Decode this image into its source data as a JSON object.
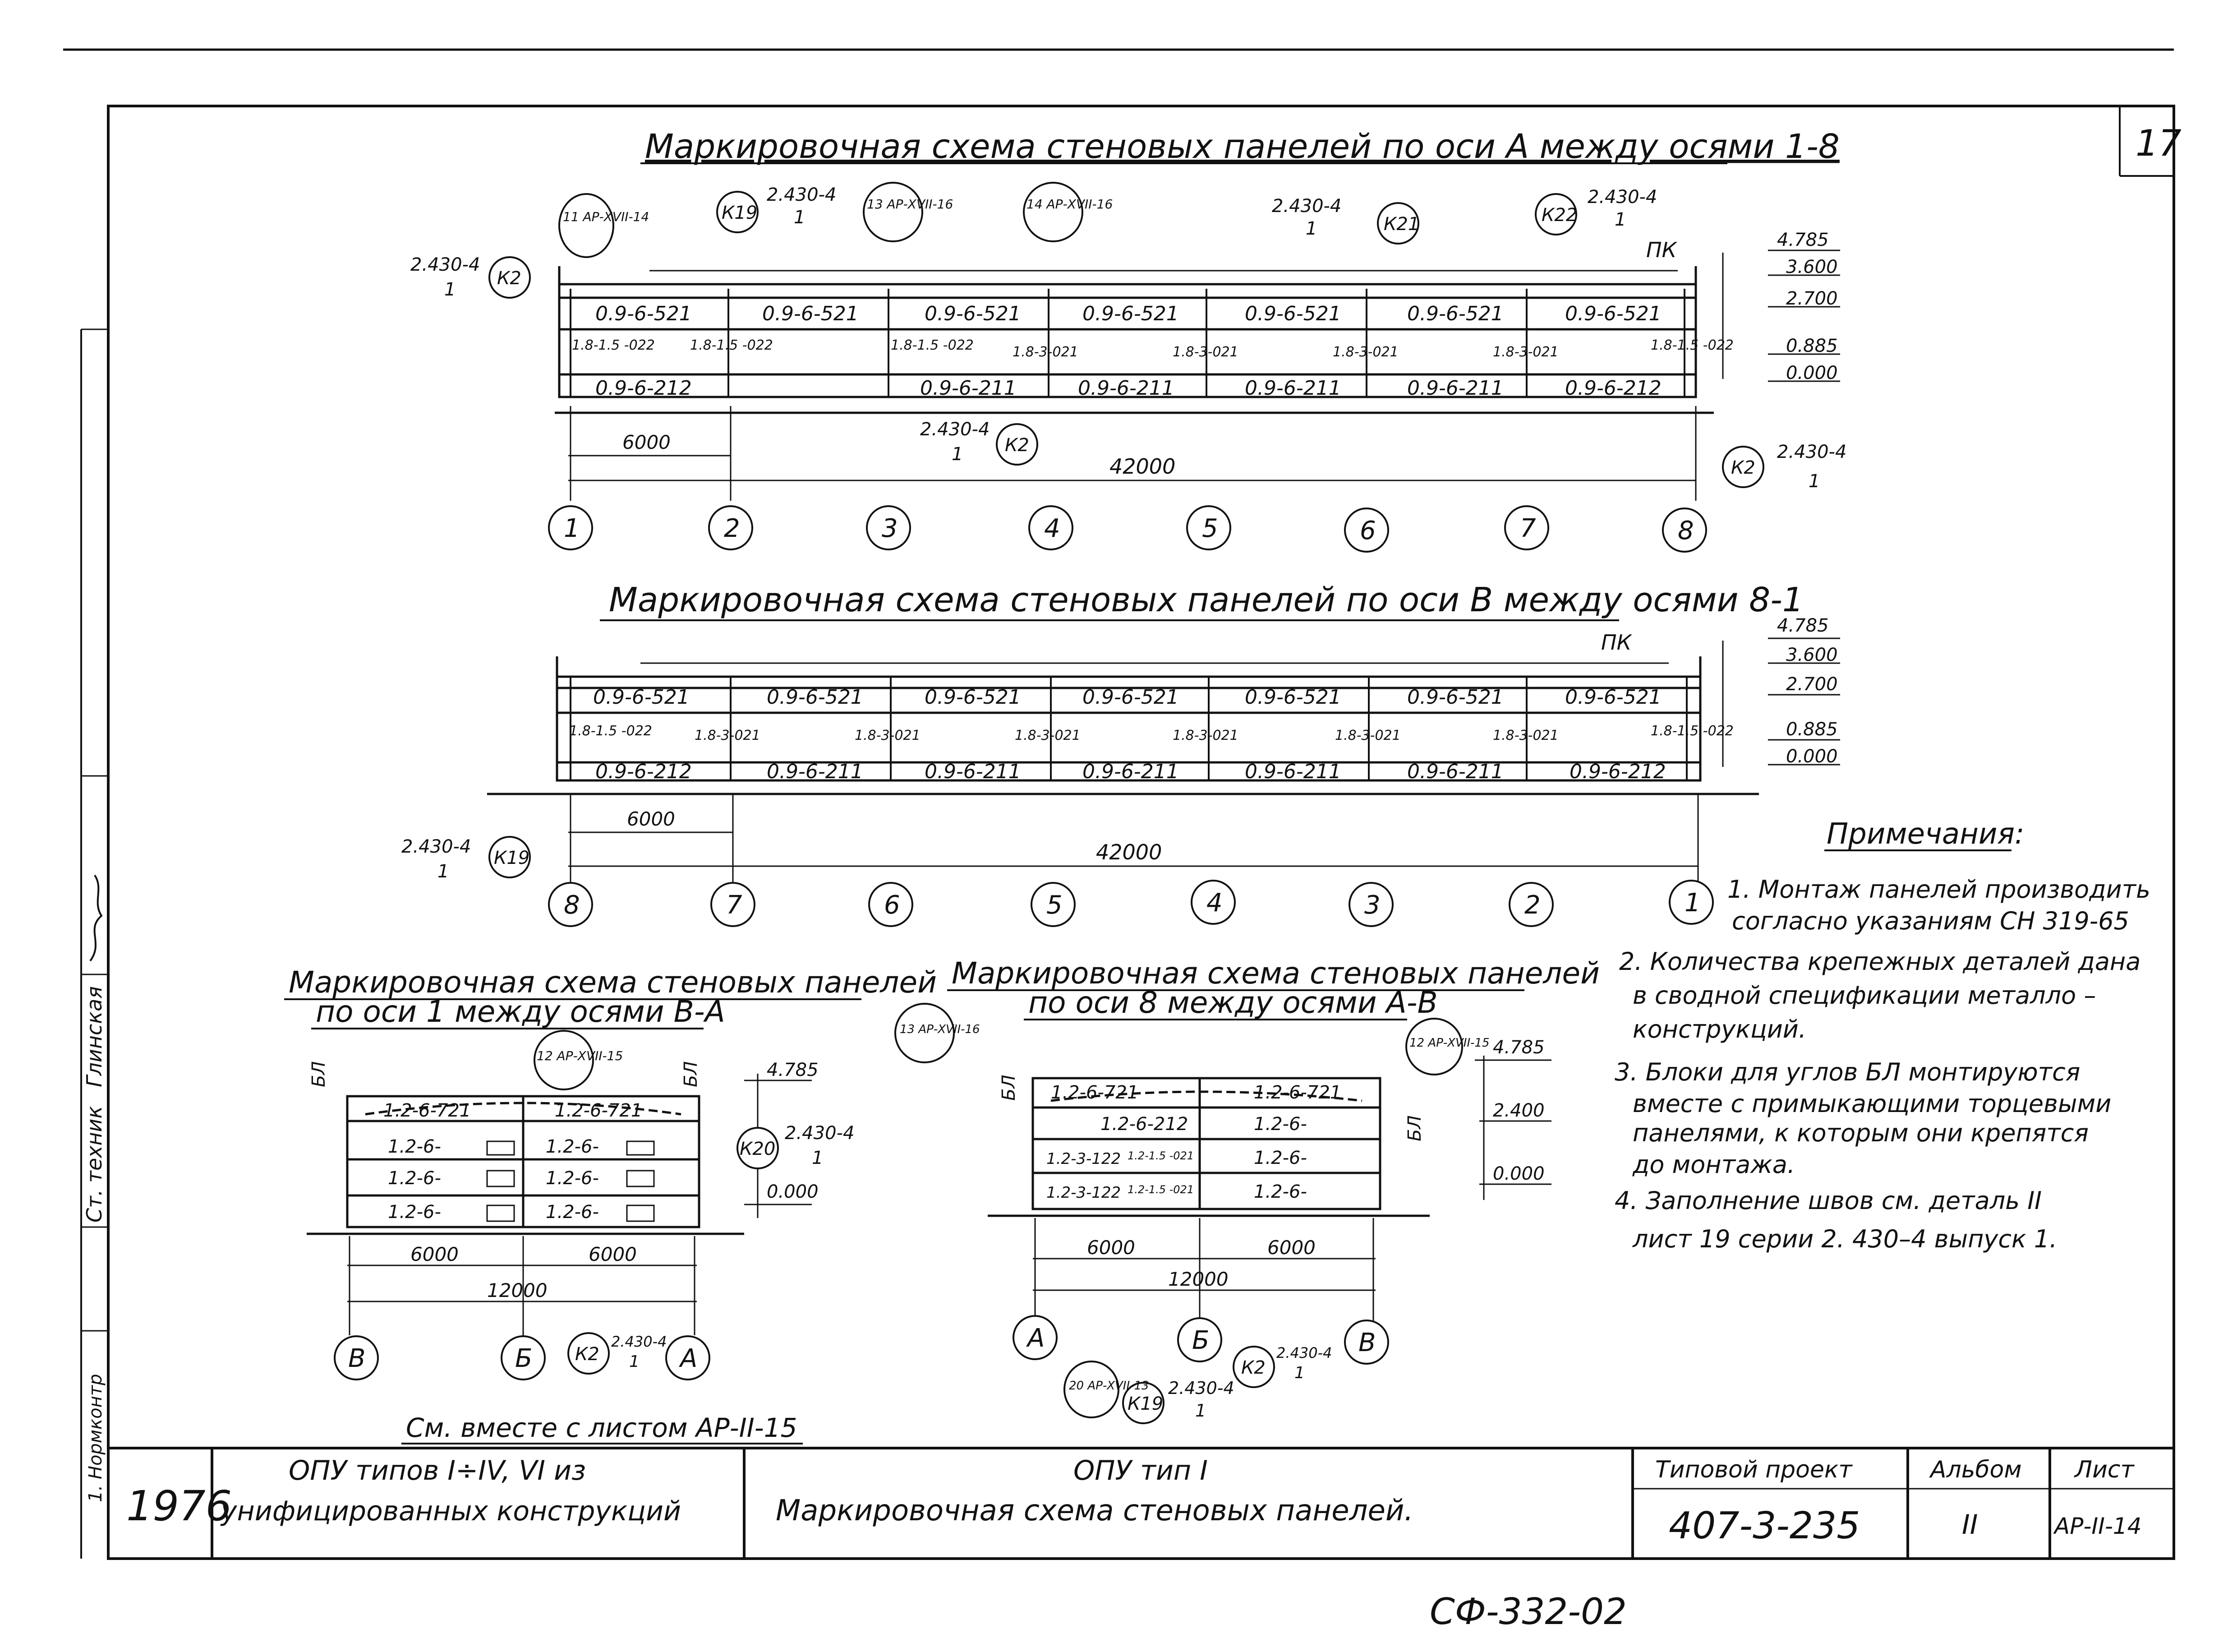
{
  "sheet_number": "17",
  "scheme_a": {
    "title": "Маркировочная схема стеновых панелей по оси А между осями 1-8",
    "levels": [
      "4.785",
      "3.600",
      "2.700",
      "0.885",
      "0.000"
    ],
    "pk": "ПК",
    "top_panels": [
      "0.9-6-521",
      "0.9-6-521",
      "0.9-6-521",
      "0.9-6-521",
      "0.9-6-521",
      "0.9-6-521",
      "0.9-6-521"
    ],
    "bottom_panels": [
      "0.9-6-212",
      "0.9-6-211",
      "0.9-6-211",
      "0.9-6-211",
      "0.9-6-211",
      "0.9-6-212"
    ],
    "window_labels": [
      "1.8-1.5 -022",
      "1.8-1.5 -022",
      "1.8-1.5 -022",
      "1.8-3-021",
      "1.8-3-021",
      "1.8-3-021",
      "1.8-3-021",
      "1.8-1.5 -022"
    ],
    "bubbles": [
      "11 АР-XVII-14",
      "К19",
      "13 АР-XVII-16",
      "14 АР-XVII-16",
      "К21",
      "К22",
      "К2",
      "К2",
      "К2"
    ],
    "refs": [
      "2.430-4",
      "1"
    ],
    "dim_span": "6000",
    "dim_total": "42000",
    "axes": [
      "1",
      "2",
      "3",
      "4",
      "5",
      "6",
      "7",
      "8"
    ]
  },
  "scheme_b": {
    "title": "Маркировочная схема стеновых панелей по оси В между осями 8-1",
    "levels": [
      "4.785",
      "3.600",
      "2.700",
      "0.885",
      "0.000"
    ],
    "pk": "ПК",
    "top_panels": [
      "0.9-6-521",
      "0.9-6-521",
      "0.9-6-521",
      "0.9-6-521",
      "0.9-6-521",
      "0.9-6-521",
      "0.9-6-521"
    ],
    "bottom_panels": [
      "0.9-6-212",
      "0.9-6-211",
      "0.9-6-211",
      "0.9-6-211",
      "0.9-6-211",
      "0.9-6-211",
      "0.9-6-212"
    ],
    "window_labels": [
      "1.8-1.5 -022",
      "1.8-3-021",
      "1.8-3-021",
      "1.8-3-021",
      "1.8-3-021",
      "1.8-3-021",
      "1.8-3-021",
      "1.8-1.5 -022"
    ],
    "bubble": "К19",
    "refs": [
      "2.430-4",
      "1"
    ],
    "dim_span": "6000",
    "dim_total": "42000",
    "axes": [
      "8",
      "7",
      "6",
      "5",
      "4",
      "3",
      "2",
      "1"
    ]
  },
  "scheme_1": {
    "title_1": "Маркировочная схема стеновых панелей",
    "title_2": "по оси 1 между осями В-А",
    "bubble_top": "12 АР-XVII-15",
    "bl": "БЛ",
    "levels": [
      "4.785",
      "0.000"
    ],
    "panels": [
      "1.2-6-721",
      "1.2-6-721",
      "1.2-6-",
      "1.2-6-",
      "1.2-6-",
      "1.2-6-",
      "1.2-6-",
      "1.2-6-"
    ],
    "bubbles": [
      "К20",
      "К2"
    ],
    "refs": [
      "2.430-4",
      "1"
    ],
    "dims": [
      "6000",
      "6000",
      "12000"
    ],
    "axes": [
      "В",
      "Б",
      "А"
    ],
    "see_also": "См. вместе с листом АР-II-15"
  },
  "scheme_8": {
    "title_1": "Маркировочная схема стеновых панелей",
    "title_2": "по оси 8 между осями А-В",
    "bubble_left": "13 АР-XVII-16",
    "bubble_right": "12 АР-XVII-15",
    "bl": "БЛ",
    "levels": [
      "4.785",
      "2.400",
      "0.000"
    ],
    "panels": [
      "1.2-6-721",
      "1.2-6-721",
      "1.2-6-212",
      "1.2-6-",
      "1.2-3-122",
      "1.2-6-",
      "1.2-3-122",
      "1.2-6-"
    ],
    "small_labels": [
      "1.2-1.5 -021",
      "1.2-1.5 -021"
    ],
    "bubbles": [
      "20 АР-XVII-13",
      "К19",
      "К2"
    ],
    "refs": [
      "2.430-4",
      "1"
    ],
    "dims": [
      "6000",
      "6000",
      "12000"
    ],
    "axes": [
      "А",
      "Б",
      "В"
    ]
  },
  "notes": {
    "heading": "Примечания:",
    "items": [
      "1. Монтаж панелей производить",
      "согласно указаниям СН 319-65",
      "2. Количества крепежных деталей дана",
      "в сводной спецификации металло –",
      "конструкций.",
      "3. Блоки для углов БЛ монтируются",
      "вместе с примыкающими торцевыми",
      "панелями, к которым они крепятся",
      "до монтажа.",
      "4. Заполнение швов см. деталь II",
      "лист 19 серии 2. 430–4 выпуск 1."
    ]
  },
  "side_stamp": {
    "role": "Ст. техник",
    "name": "Глинская",
    "extra": "1. Нормконтр"
  },
  "title_block": {
    "year": "1976",
    "object_1": "ОПУ типов I÷IV, VI из",
    "object_2": "унифицированных конструкций",
    "sheet_title_1": "ОПУ тип I",
    "sheet_title_2": "Маркировочная схема стеновых панелей.",
    "project_label": "Типовой проект",
    "project_value": "407-3-235",
    "album_label": "Альбом",
    "album_value": "II",
    "sheet_label": "Лист",
    "sheet_value": "АР-II-14"
  },
  "archive_code": "СФ-332-02"
}
